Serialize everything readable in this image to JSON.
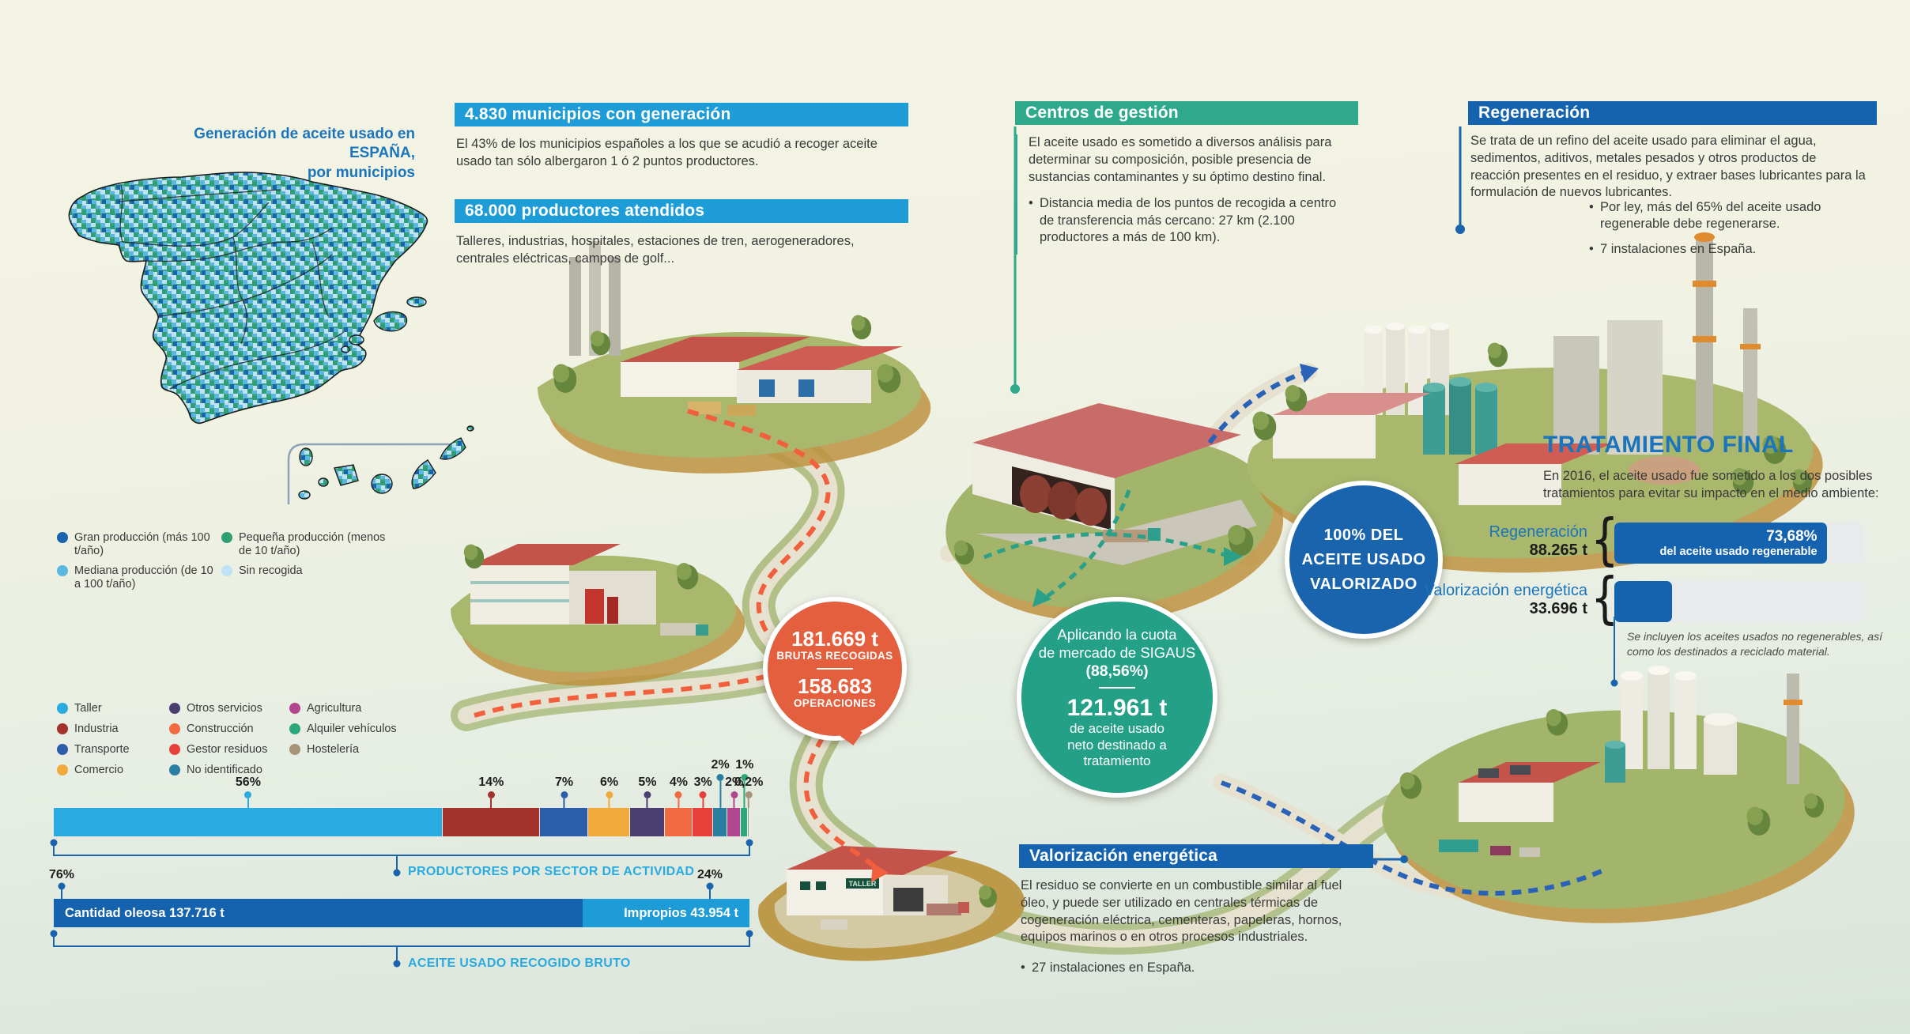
{
  "map": {
    "title_line1": "Generación de aceite usado en ESPAÑA,",
    "title_line2": "por municipios",
    "legend": [
      {
        "label": "Gran producción (más 100 t/año)",
        "color": "#1a63ad"
      },
      {
        "label": "Pequeña producción (menos de 10 t/año)",
        "color": "#2f9e74"
      },
      {
        "label": "Mediana producción (de 10 a 100 t/año)",
        "color": "#59b7e2"
      },
      {
        "label": "Sin recogida",
        "color": "#bfe2f4"
      }
    ]
  },
  "panels": {
    "municipios": {
      "title": "4.830 municipios con generación",
      "body": "El 43% de los municipios españoles a los que se acudió a recoger aceite usado tan sólo albergaron 1 ó 2 puntos productores."
    },
    "productores": {
      "title": "68.000 productores atendidos",
      "body": "Talleres, industrias, hospitales, estaciones de tren, aerogeneradores, centrales eléctricas, campos de golf..."
    },
    "centros": {
      "title": "Centros de gestión",
      "body": "El aceite usado es sometido a diversos análisis para determinar su composición, posible presencia de sustancias contaminantes y su óptimo destino final.",
      "bullets": [
        "Distancia media de los puntos de recogida a centro de transferencia más cercano: 27 km (2.100 productores a más de 100 km)."
      ]
    },
    "regeneracion": {
      "title": "Regeneración",
      "body": "Se trata de un refino del aceite usado para eliminar el agua, sedimentos, aditivos, metales pesados y otros productos de reacción presentes en el residuo, y extraer bases lubricantes para la formulación de nuevos lubricantes.",
      "bullets": [
        "Por ley, más del 65% del aceite usado regenerable debe regenerarse.",
        "7 instalaciones en España."
      ]
    },
    "valorizacion": {
      "title": "Valorización energética",
      "body": "El residuo se convierte en un combustible similar al fuel óleo, y puede ser utilizado en centrales térmicas de cogeneración eléctrica, cementeras, papeleras, hornos, equipos marinos o en otros procesos industriales.",
      "bullets": [
        "27 instalaciones en España."
      ]
    }
  },
  "badges": {
    "recogida": {
      "value1": "181.669 t",
      "caption1": "BRUTAS RECOGIDAS",
      "value2": "158.683",
      "caption2": "OPERACIONES"
    },
    "cuota": {
      "intro1": "Aplicando la cuota",
      "intro2": "de mercado de SIGAUS",
      "intro3": "(88,56%)",
      "value": "121.961 t",
      "cap1": "de aceite usado",
      "cap2": "neto destinado a",
      "cap3": "tratamiento"
    },
    "valorizado": {
      "l1": "100% DEL",
      "l2": "ACEITE USADO",
      "l3": "VALORIZADO"
    }
  },
  "sector_legend": {
    "columns": [
      [
        {
          "label": "Taller",
          "color": "#29abe2"
        },
        {
          "label": "Industria",
          "color": "#a2322b"
        },
        {
          "label": "Transporte",
          "color": "#2b5daa"
        },
        {
          "label": "Comercio",
          "color": "#f2a93b"
        }
      ],
      [
        {
          "label": "Otros servicios",
          "color": "#4b3f72"
        },
        {
          "label": "Construcción",
          "color": "#f26a40"
        },
        {
          "label": "Gestor residuos",
          "color": "#e8413c"
        },
        {
          "label": "No identificado",
          "color": "#2a7fa0"
        }
      ],
      [
        {
          "label": "Agricultura",
          "color": "#b2468e"
        },
        {
          "label": "Alquiler vehículos",
          "color": "#2aa87c"
        },
        {
          "label": "Hostelería",
          "color": "#a79377"
        }
      ]
    ]
  },
  "captions": {
    "productores": "PRODUCTORES POR SECTOR DE ACTIVIDAD",
    "bruto": "ACEITE USADO RECOGIDO BRUTO",
    "pct_left": "76%",
    "pct_right": "24%"
  },
  "tratamiento": {
    "title": "TRATAMIENTO FINAL",
    "intro": "En 2016, el aceite usado fue sometido a los dos posibles tratamientos para evitar su impacto en el medio ambiente:",
    "rows": [
      {
        "label": "Regeneración",
        "tons": "88.265 t",
        "fill_pct": 85,
        "bar_line1": "73,68%",
        "bar_line2": "del aceite usado regenerable"
      },
      {
        "label": "Valorización energética",
        "tons": "33.696 t",
        "fill_pct": 23,
        "bar_line1": "",
        "bar_line2": ""
      }
    ],
    "note": "Se incluyen los aceites usados no regenerables, así como los destinados a reciclado material."
  },
  "chart_data": [
    {
      "type": "bar",
      "stacked": true,
      "title": "PRODUCTORES POR SECTOR DE ACTIVIDAD",
      "unit": "%",
      "categories": [
        "Taller",
        "Industria",
        "Transporte",
        "Comercio",
        "Otros servicios",
        "Construcción",
        "Gestor residuos",
        "No identificado",
        "Agricultura",
        "Alquiler vehículos",
        "Hostelería"
      ],
      "values": [
        56,
        14,
        7,
        6,
        5,
        4,
        3,
        2,
        2,
        1,
        0.2
      ],
      "labels": [
        "56%",
        "14%",
        "7%",
        "6%",
        "5%",
        "4%",
        "3%",
        "2%",
        "2%",
        "1%",
        "0,2%"
      ],
      "colors": [
        "#29abe2",
        "#a2322b",
        "#2b5daa",
        "#f2a93b",
        "#4b3f72",
        "#f26a40",
        "#e8413c",
        "#2a7fa0",
        "#b2468e",
        "#2aa87c",
        "#a79377"
      ],
      "raised": [
        0,
        0,
        0,
        0,
        0,
        0,
        0,
        1,
        0,
        1,
        0
      ],
      "legend_position": "above-left"
    },
    {
      "type": "bar",
      "stacked": true,
      "title": "ACEITE USADO RECOGIDO BRUTO",
      "categories": [
        "Cantidad oleosa",
        "Impropios"
      ],
      "values": [
        76,
        24
      ],
      "labels": [
        "76%",
        "24%"
      ],
      "segment_texts": [
        "Cantidad oleosa 137.716 t",
        "Impropios 43.954 t"
      ],
      "colors": [
        "#1563ae",
        "#1e9cd7"
      ]
    },
    {
      "type": "bar",
      "title": "TRATAMIENTO FINAL",
      "categories": [
        "Regeneración",
        "Valorización energética"
      ],
      "values": [
        88265,
        33696
      ],
      "value_labels": [
        "88.265 t",
        "33.696 t"
      ],
      "annotation": "73,68% del aceite usado regenerable",
      "note": "Se incluyen los aceites usados no regenerables, así como los destinados a reciclado material."
    }
  ]
}
